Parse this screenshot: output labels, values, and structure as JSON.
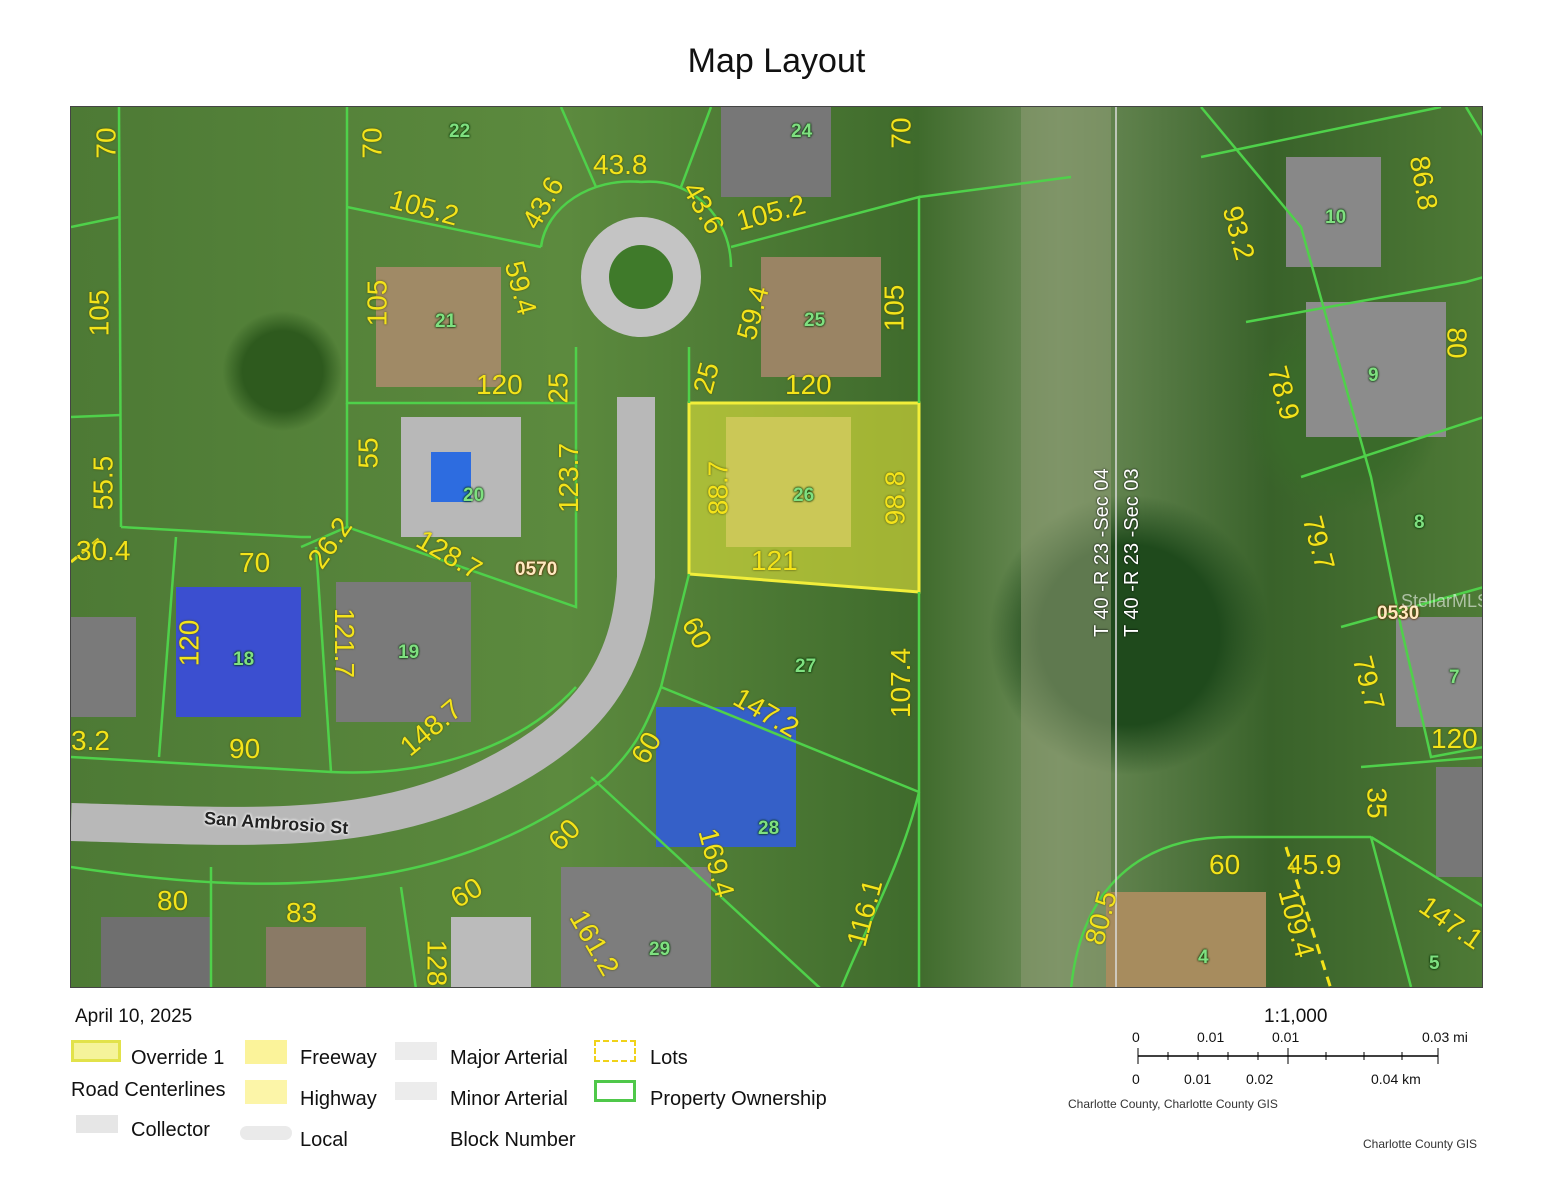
{
  "title": "Map Layout",
  "date": "April 10, 2025",
  "street_name": "San Ambrosio St",
  "section_labels": [
    "T 40 -R 23 -Sec 04",
    "T 40 -R 23 -Sec 03"
  ],
  "watermark": "StellarMLS",
  "lot_numbers": [
    "22",
    "24",
    "10",
    "21",
    "25",
    "9",
    "20",
    "26",
    "8",
    "18",
    "19",
    "27",
    "7",
    "28",
    "29",
    "4",
    "5"
  ],
  "block_numbers": [
    "0570",
    "0530"
  ],
  "dimensions": [
    "70",
    "70",
    "70",
    "43.8",
    "43.6",
    "105.2",
    "43.6",
    "105.2",
    "93.2",
    "86.8",
    "105",
    "105",
    "59.4",
    "59.4",
    "105",
    "80",
    "120",
    "25",
    "25",
    "120",
    "78.9",
    "55.5",
    "55",
    "123.7",
    "88.7",
    "98.8",
    "30.4",
    "70",
    "26.2",
    "128.7",
    "121",
    "79.7",
    "120",
    "121.7",
    "60",
    "107.4",
    "79.7",
    "148.7",
    "147.2",
    "90",
    "3.2",
    "60",
    "120",
    "35",
    "169.4",
    "60",
    "60",
    "45.9",
    "80",
    "83",
    "60",
    "116.1",
    "80.5",
    "109.4",
    "161.2",
    "128",
    "147.1"
  ],
  "legend": {
    "override": "Override 1",
    "road_centerlines": "Road Centerlines",
    "collector": "Collector",
    "freeway": "Freeway",
    "highway": "Highway",
    "local": "Local",
    "major_arterial": "Major Arterial",
    "minor_arterial": "Minor Arterial",
    "block_number": "Block Number",
    "lots": "Lots",
    "property_ownership": "Property Ownership"
  },
  "scale": {
    "ratio": "1:1,000",
    "mi_ticks": [
      "0",
      "0.01",
      "0.01",
      "0.03 mi"
    ],
    "km_ticks": [
      "0",
      "0.01",
      "0.02",
      "0.04 km"
    ]
  },
  "credits": {
    "source": "Charlotte County, Charlotte County GIS",
    "footer": "Charlotte County GIS"
  },
  "colors": {
    "parcel_line": "#4fd14a",
    "dimension_text": "#f4e31a",
    "highlight": "#f2ee3a"
  }
}
